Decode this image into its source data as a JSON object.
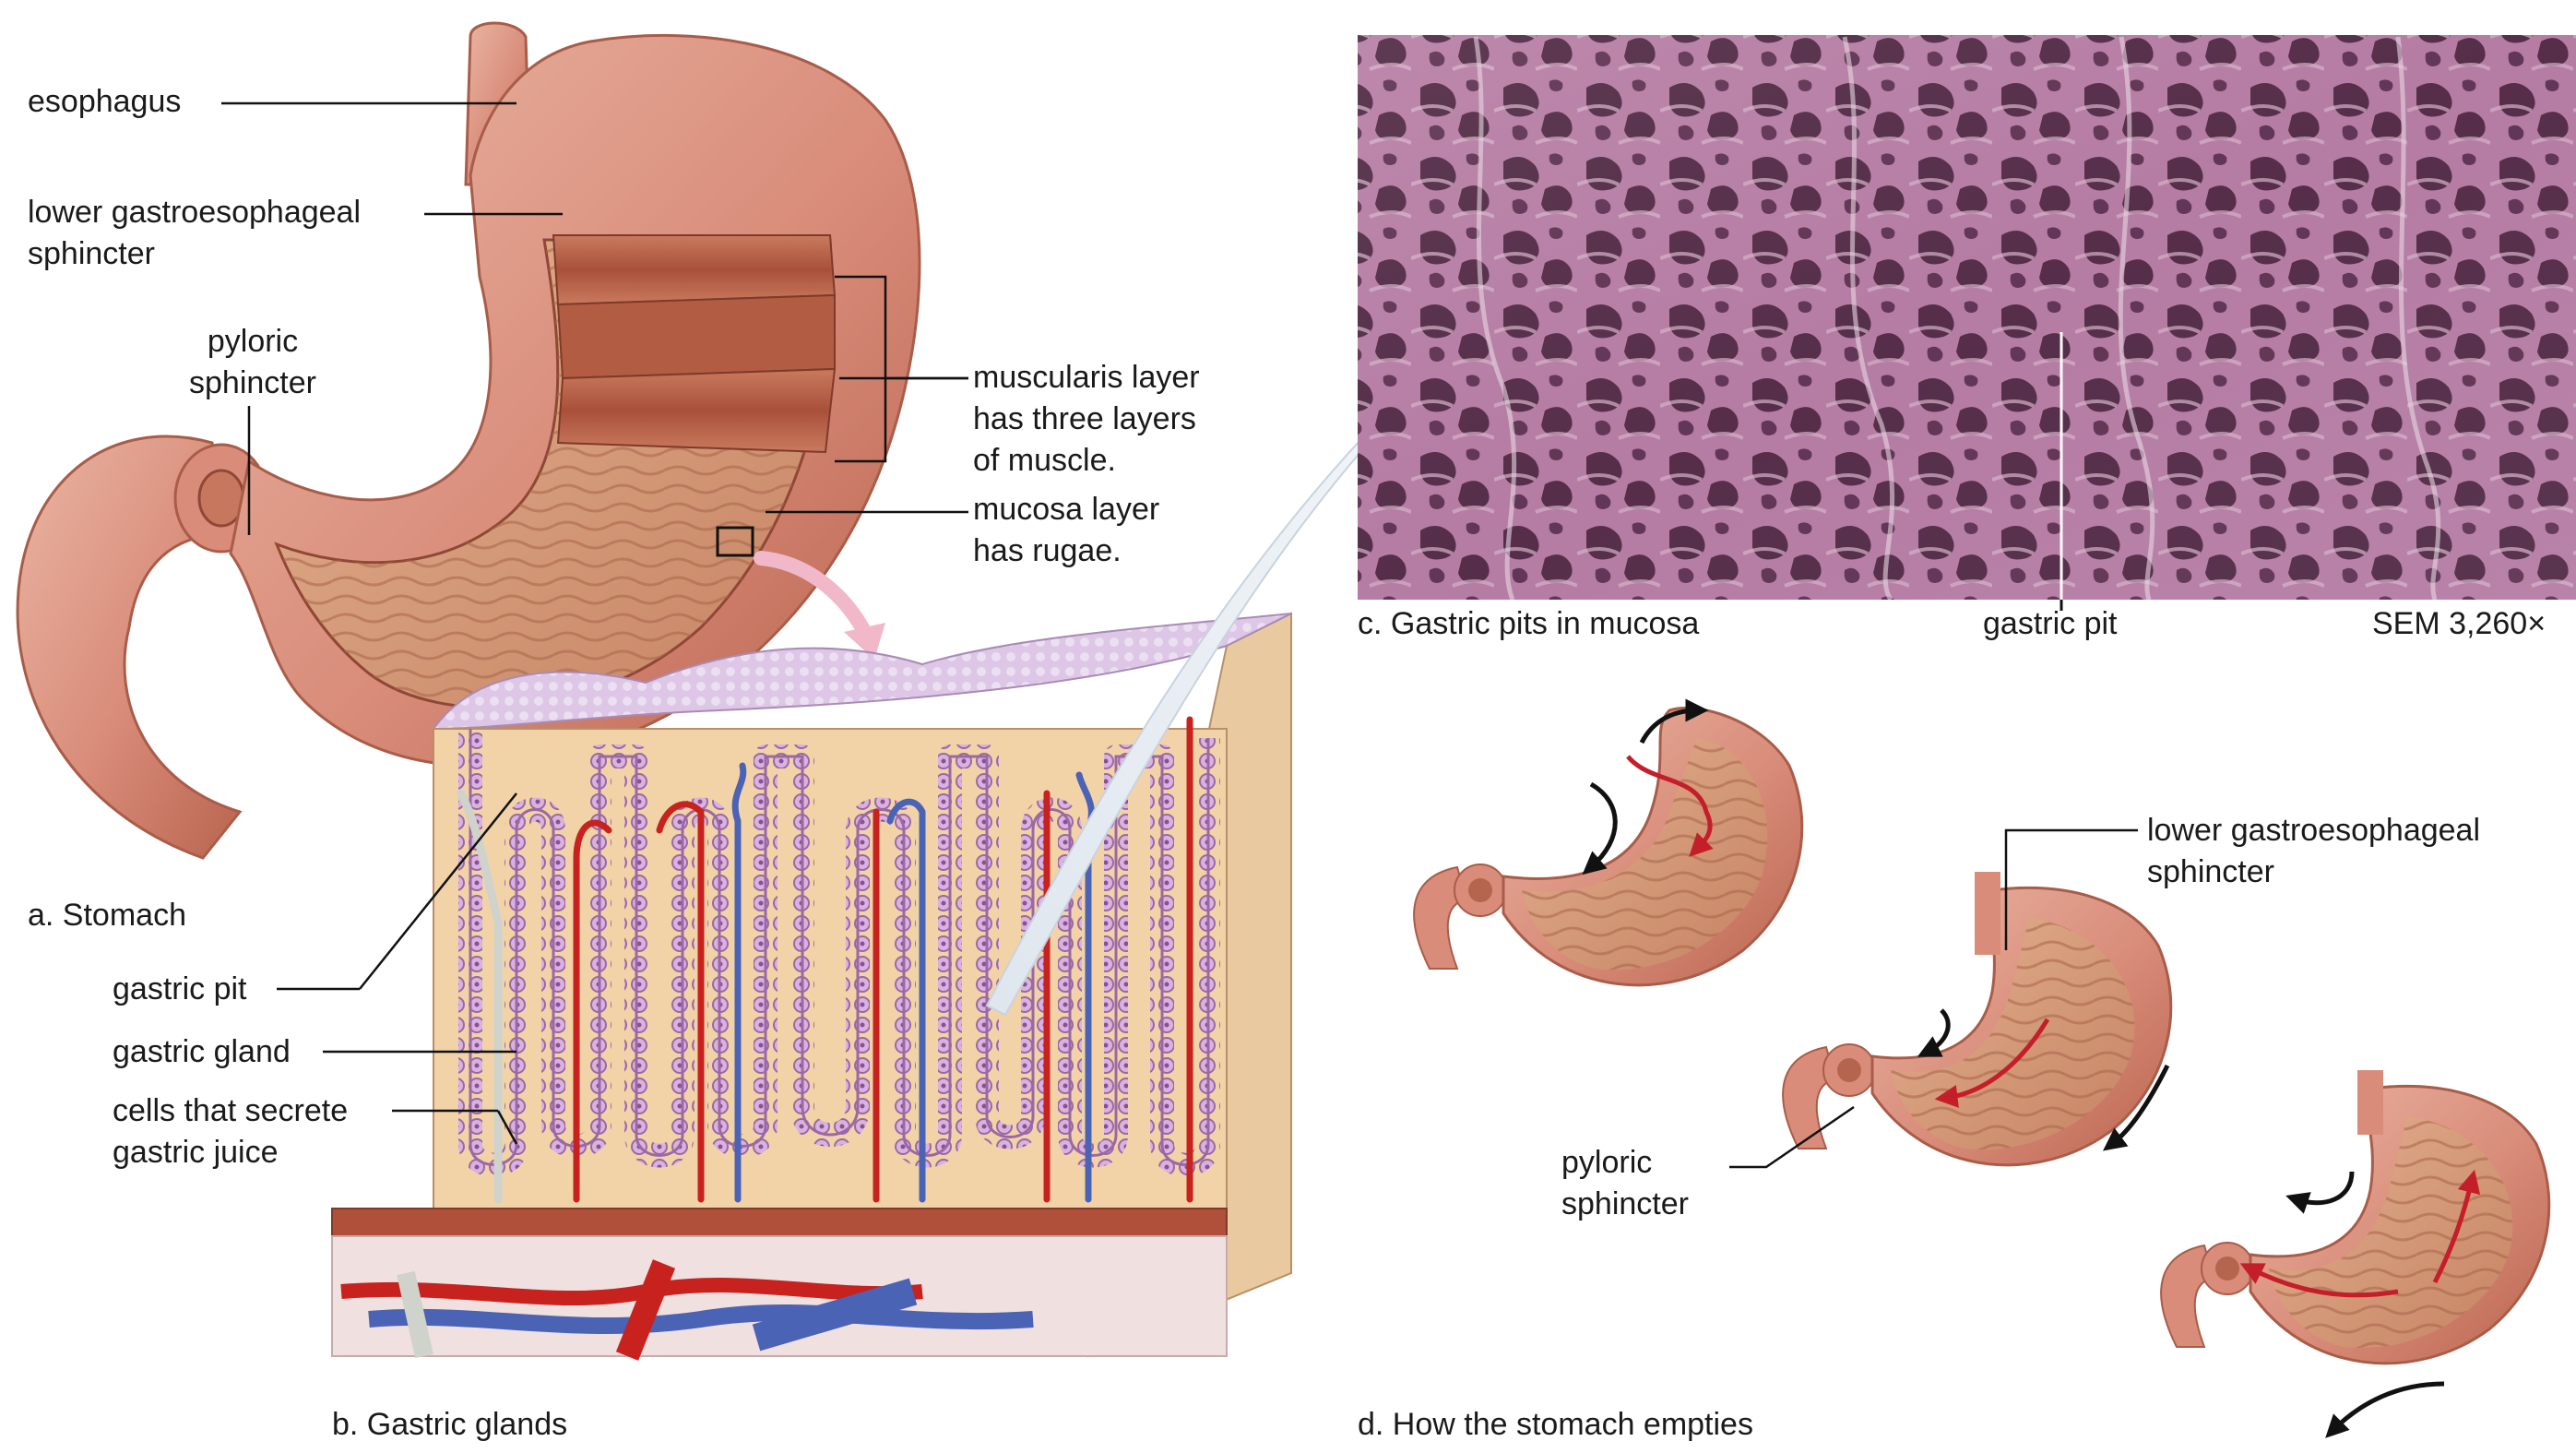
{
  "panel_a": {
    "caption": "a. Stomach",
    "labels": {
      "esophagus": "esophagus",
      "lower_sphincter": "lower gastroesophageal\nsphincter",
      "pyloric_sphincter": "pyloric\nsphincter",
      "muscularis": "muscularis layer\nhas three layers\nof muscle.",
      "mucosa": "mucosa layer\nhas rugae."
    }
  },
  "panel_b": {
    "caption": "b. Gastric glands",
    "labels": {
      "gastric_pit": "gastric pit",
      "gastric_gland": "gastric gland",
      "cells_secrete": "cells that secrete\ngastric juice"
    }
  },
  "panel_c": {
    "caption": "c. Gastric pits in mucosa",
    "label_gastric_pit": "gastric pit",
    "magnification": "SEM 3,260×"
  },
  "panel_d": {
    "caption": "d. How the stomach empties",
    "labels": {
      "lower_sphincter": "lower gastroesophageal\nsphincter",
      "pyloric_sphincter": "pyloric\nsphincter"
    }
  },
  "colors": {
    "stomach_outer": "#d98c7a",
    "stomach_inner": "#c9775f",
    "muscle": "#b8614a",
    "mucosa": "#d9a07e",
    "gland_pink": "#c99bd0",
    "tissue_yellow": "#f2d3a8",
    "artery_red": "#c8221f",
    "vein_blue": "#4a63b5",
    "nerve_gray": "#cfd3cc",
    "sem_purple": "#b47aa4",
    "arrow_black": "#111111",
    "arrow_red": "#c41e2a"
  }
}
